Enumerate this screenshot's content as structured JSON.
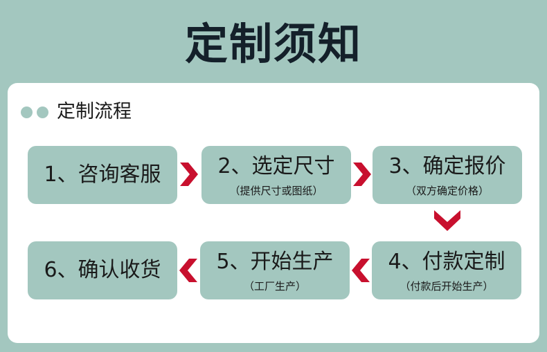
{
  "title": "定制须知",
  "section": {
    "title": "定制流程"
  },
  "steps": [
    {
      "label": "1、咨询客服",
      "sub": ""
    },
    {
      "label": "2、选定尺寸",
      "sub": "（提供尺寸或图纸）"
    },
    {
      "label": "3、确定报价",
      "sub": "（双方确定价格）"
    },
    {
      "label": "4、付款定制",
      "sub": "（付款后开始生产）"
    },
    {
      "label": "5、开始生产",
      "sub": "（工厂生产）"
    },
    {
      "label": "6、确认收货",
      "sub": ""
    }
  ],
  "colors": {
    "background": "#a3c7bf",
    "step_box": "#a3c7bf",
    "arrow": "#c8102e",
    "card": "#ffffff",
    "title": "#14202a"
  },
  "icons": {
    "flow_arrow": "chevron-icon",
    "section_marker": "dot-icon"
  }
}
